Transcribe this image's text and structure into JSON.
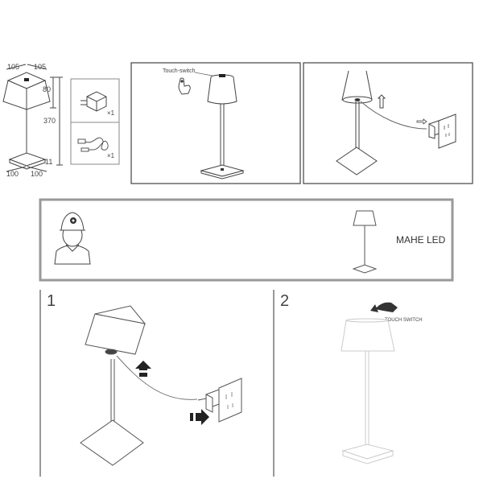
{
  "dimensions": {
    "top_w1": "105",
    "top_w2": "105",
    "shade_h": "80",
    "total_h": "370",
    "base_h": "11",
    "base_w1": "100",
    "base_w2": "100"
  },
  "accessories": {
    "charger_qty": "×1",
    "cable_qty": "×1"
  },
  "panel_a": {
    "touch_label": "Touch-switch"
  },
  "banner": {
    "product_name": "MAHE LED"
  },
  "steps": {
    "step1_number": "1",
    "step2_number": "2",
    "step2_touch_label": "TOUCH SWITCH"
  }
}
